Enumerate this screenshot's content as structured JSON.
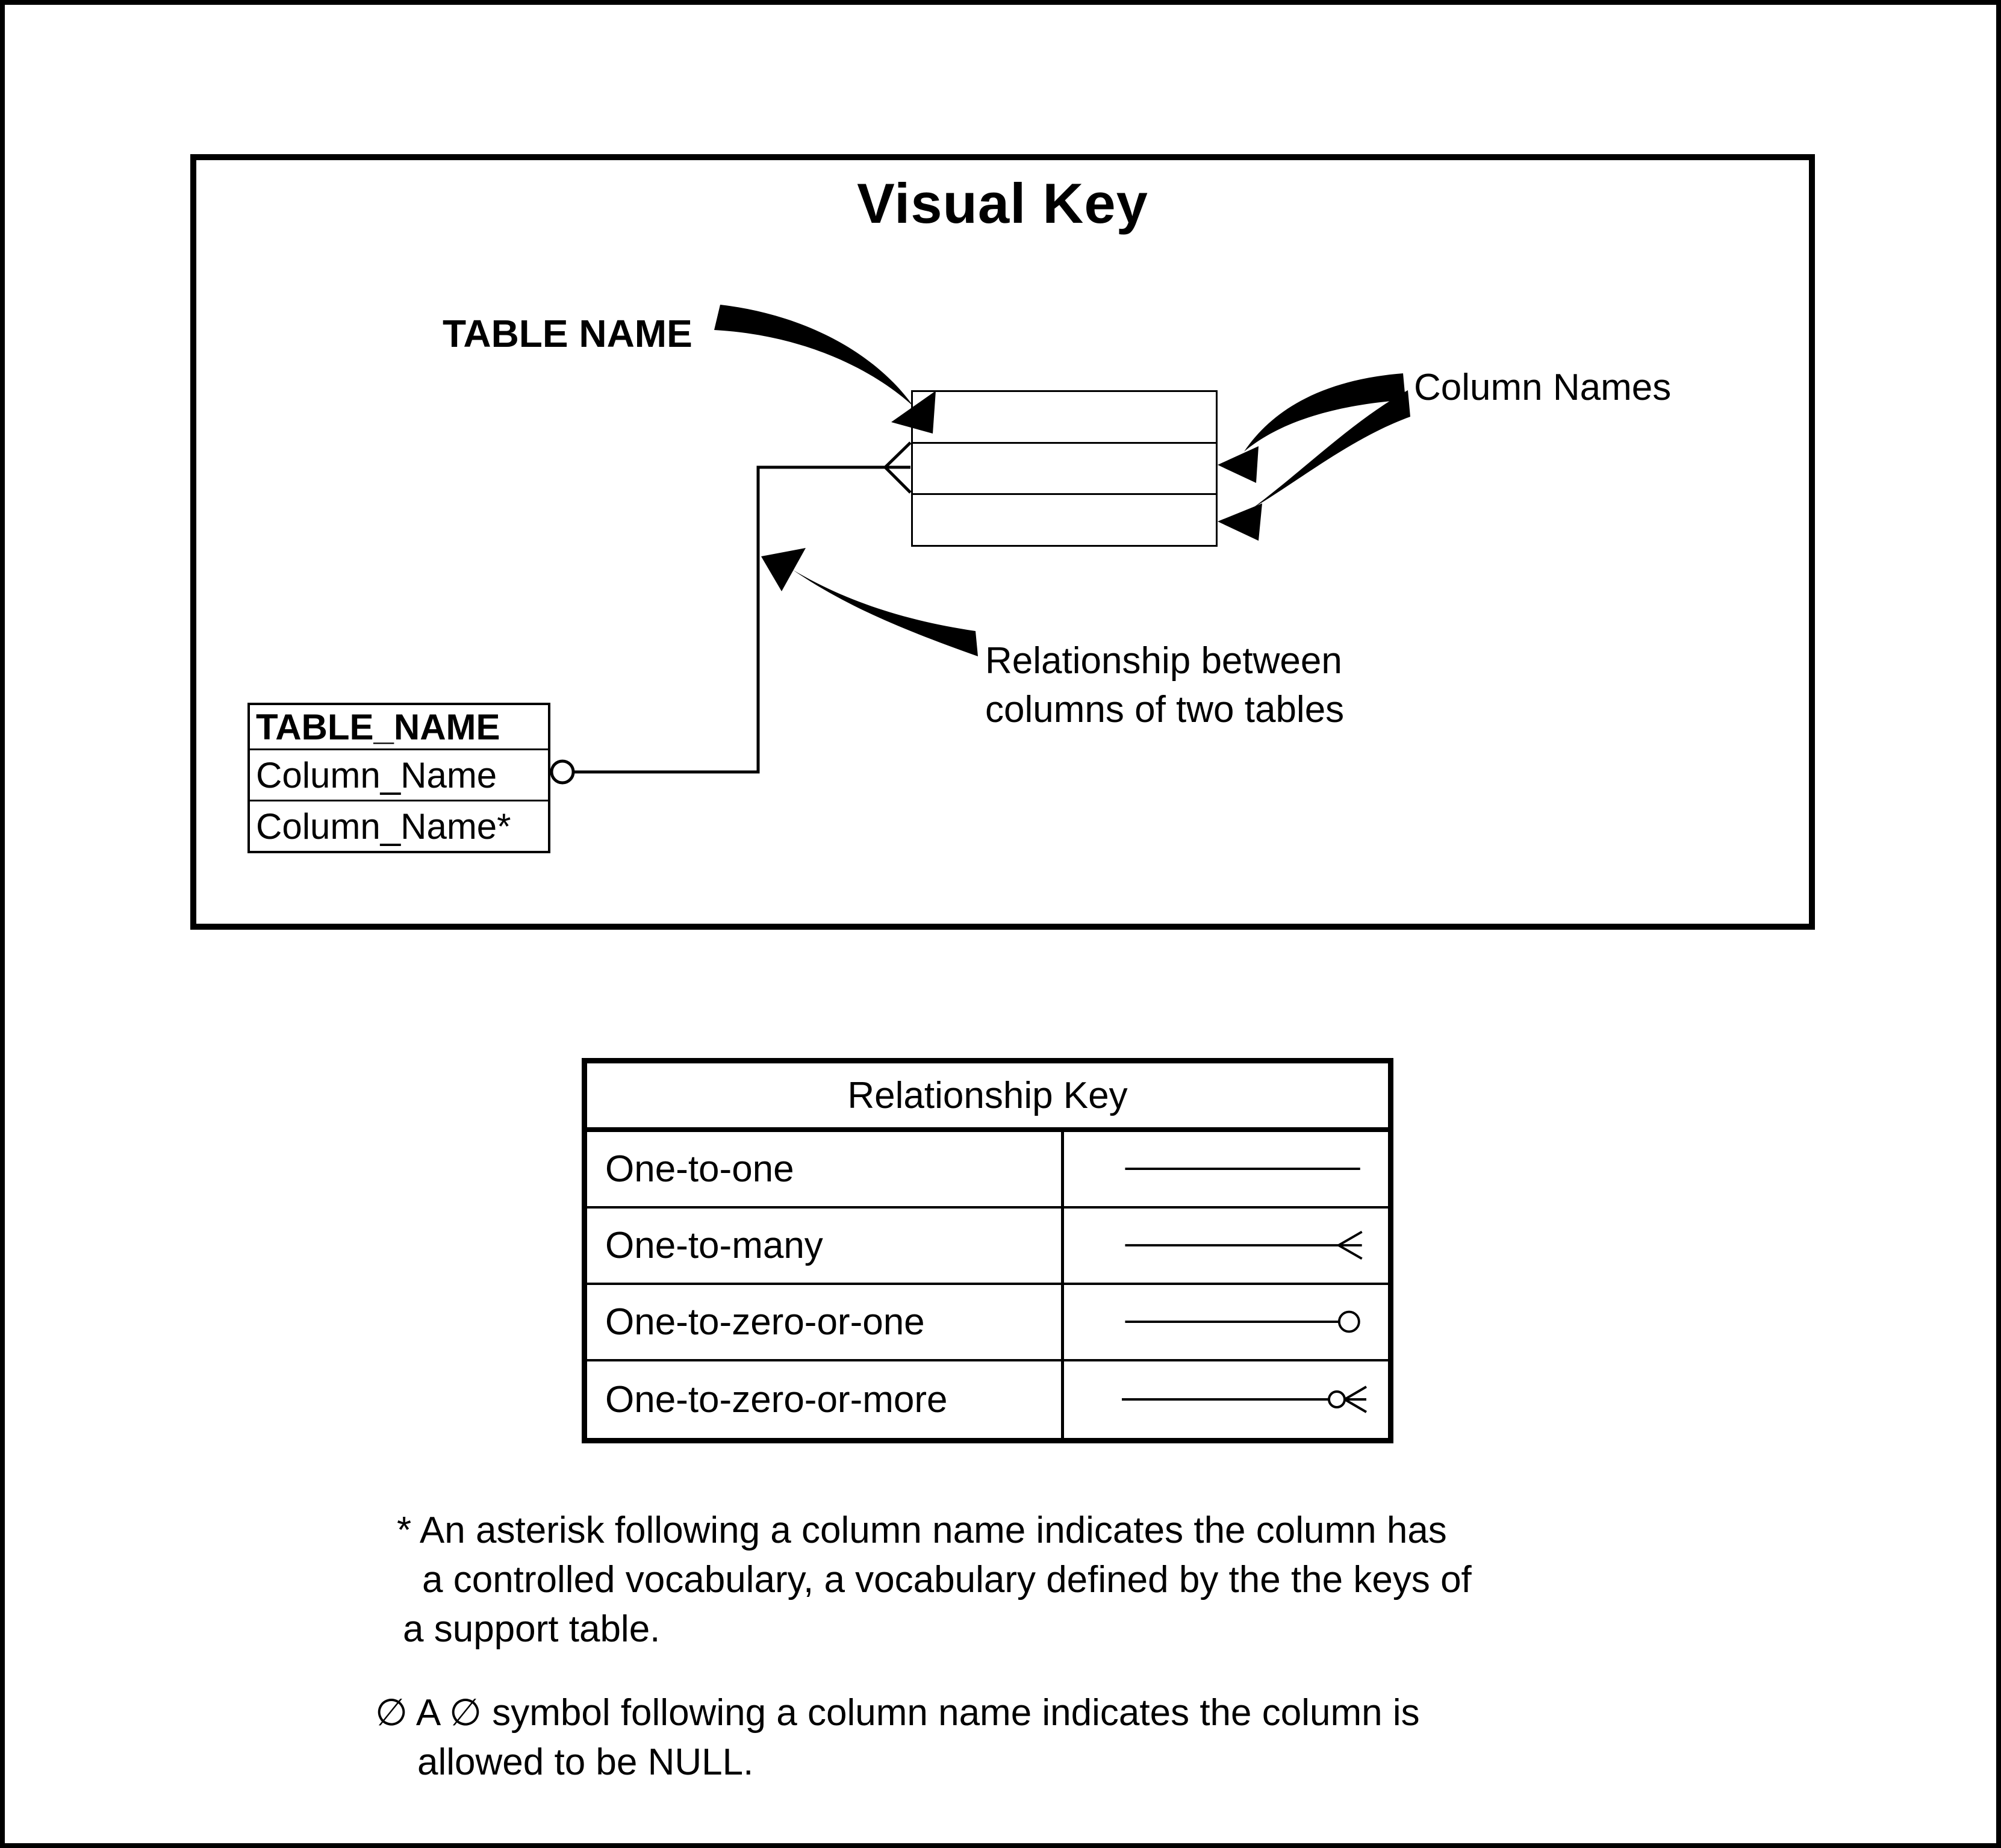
{
  "visual_key": {
    "title": "Visual Key",
    "table_name_label": "TABLE NAME",
    "column_names_label": "Column Names",
    "relationship_label": [
      "Relationship between",
      "columns of two tables"
    ],
    "example_table": {
      "header": "TABLE_NAME",
      "rows": [
        "Column_Name",
        "Column_Name*"
      ]
    }
  },
  "relationship_key": {
    "title": "Relationship Key",
    "rows": [
      {
        "label": "One-to-one",
        "symbol": "plain-line"
      },
      {
        "label": "One-to-many",
        "symbol": "crow-foot"
      },
      {
        "label": "One-to-zero-or-one",
        "symbol": "circle"
      },
      {
        "label": "One-to-zero-or-more",
        "symbol": "circle-crow-foot"
      }
    ]
  },
  "footnotes": {
    "asterisk_lines": [
      "* An asterisk following a column name indicates the column has",
      "a controlled vocabulary, a vocabulary defined by the the keys of",
      "a support table."
    ],
    "null_lines": [
      "∅ A ∅ symbol following a column name indicates the column is",
      "allowed to be NULL."
    ]
  },
  "colors": {
    "foreground": "#000000",
    "background": "#ffffff"
  }
}
